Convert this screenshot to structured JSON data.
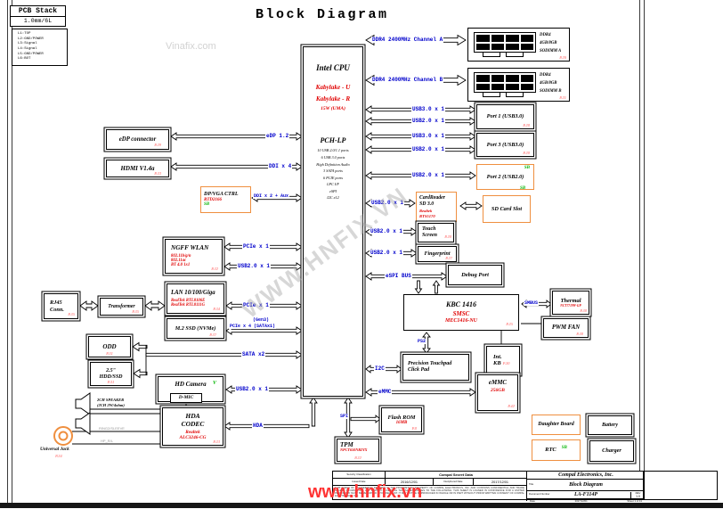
{
  "title": "Block Diagram",
  "watermarks": {
    "top": "Vinafix.com",
    "center": "WWW.HNFIX.VN",
    "bottom": "www.hnfix.vn"
  },
  "pcb_stack": {
    "header": "PCB Stack",
    "thickness": "1.0mm/6L",
    "layers": [
      "L1:TOP",
      "L2:GND/POWER",
      "L3:Signal",
      "L4:Signal",
      "L5:GND/POWER",
      "L6:BOT"
    ]
  },
  "cpu": {
    "name": "Intel CPU",
    "gen1": "Kabylake - U",
    "gen2": "Kabylake - R",
    "tdp": "15W (UMA)",
    "pch": "PCH-LP",
    "features": [
      "10 USB 2.0/1.1 ports",
      "6 USB 3.0 ports",
      "High Definition Audio",
      "3 SATA ports",
      "6 PCIE ports",
      "LPC I/F",
      "eSPI",
      "I2C x12"
    ]
  },
  "memory": {
    "channel_a": "DDR4 2400MHz Channel A",
    "channel_b": "DDR4 2400MHz Channel B",
    "sodimm_a": {
      "type": "DDR4",
      "size": "4GB/8GB",
      "name": "SODIMM A",
      "page": "P.20"
    },
    "sodimm_b": {
      "type": "DDR4",
      "size": "4GB/8GB",
      "name": "SODIMM B",
      "page": "P.21"
    }
  },
  "usb": {
    "p1_bus1": "USB3.0 x 1",
    "p1_bus2": "USB2.0 x 1",
    "p3_bus1": "USB3.0 x 1",
    "p3_bus2": "USB2.0 x 1",
    "p2_bus": "USB2.0 x 1",
    "port1": {
      "label": "Port 1 (USB3.0)",
      "page": "P.28"
    },
    "port3": {
      "label": "Port 3 (USB3.0)",
      "page": "P.28"
    },
    "port2": {
      "label": "Port 2 (USB2.0)",
      "sb": "SB"
    }
  },
  "display": {
    "edp": {
      "label": "eDP connector",
      "page": "P.29",
      "bus": "eDP 1.2"
    },
    "hdmi": {
      "label": "HDMI V1.4a",
      "page": "P.33",
      "bus": "DDI x 4"
    },
    "dpvga": {
      "label": "DP/VGA CTRL",
      "chip": "RTD2166",
      "sb": "SB",
      "bus": "DDI x 2 + Aux"
    }
  },
  "network": {
    "wlan": {
      "label": "NGFF WLAN",
      "specs": [
        "802.11b/g/n",
        "802.11ac",
        "BT 4.0 1x1"
      ],
      "page": "P.32",
      "bus1": "PCIe x 1",
      "bus2": "USB2.0 x 1"
    },
    "lan": {
      "label": "LAN 10/100/Giga",
      "chips": [
        "RealTek RTL8106E",
        "RealTek RTL8111G"
      ],
      "page": "P.34",
      "bus": "PCIe x 1"
    },
    "rj45": {
      "l1": "RJ45",
      "l2": "Conn.",
      "page": "P.35"
    },
    "transformer": {
      "label": "Transformer",
      "page": "P.35"
    }
  },
  "storage": {
    "ssd": {
      "label": "M.2 SSD (NVMe)",
      "page": "P.37",
      "bus_note": "(Gen3)",
      "bus": "PCIe x 4 (SATAx1)"
    },
    "odd": {
      "label": "ODD",
      "page": "P.31"
    },
    "hdd": {
      "l1": "2.5\"",
      "l2": "HDD/SSD",
      "page": "P.31",
      "bus": "SATA x2"
    },
    "emmc": {
      "label": "eMMC",
      "size": "256GB",
      "page": "P.42",
      "bus": "eMMC"
    }
  },
  "audio": {
    "camera": {
      "label": "HD Camera",
      "flag": "V",
      "dmic": "D-MIC",
      "bus": "USB2.0 x 1"
    },
    "codec": {
      "l1": "HDA",
      "l2": "CODEC",
      "vendor": "Realtek",
      "chip": "ALC3246-CG",
      "page": "P.23",
      "bus": "HDA"
    },
    "speaker": {
      "l1": "2CH SPEAKER",
      "l2": "(2CH 2W/4ohm)"
    },
    "jack": {
      "label": "Universal Jack",
      "page": "P.24",
      "wire1": "RING2/SLEEVE",
      "wire2": "HP_R/L"
    }
  },
  "io": {
    "cardreader": {
      "l1": "CardReader",
      "l2": "SD 3.0",
      "vendor": "Realtek",
      "chip": "RTS5170",
      "bus": "USB2.0 x 1"
    },
    "sdslot": {
      "label": "SD Card Slot",
      "sb": "SB"
    },
    "touch": {
      "l1": "Touch",
      "l2": "Screen",
      "page": "P.28",
      "bus": "USB2.0 x 1"
    },
    "fingerprint": {
      "label": "Fingerprint",
      "page": "P.27",
      "bus": "USB2.0 x 1"
    },
    "debug": {
      "label": "Debug Port",
      "bus": "eSPI BUS"
    }
  },
  "ec": {
    "kbc": {
      "name": "KBC 1416",
      "vendor": "SMSC",
      "chip": "MEC1416-NU",
      "page": "P.25"
    },
    "thermal": {
      "label": "Thermal",
      "chip": "NCT7719W-GP",
      "page": "P.38",
      "bus": "SMBUS"
    },
    "fan": {
      "label": "PWM FAN",
      "page": "P.38"
    },
    "intkb": {
      "l1": "Int.",
      "l2": "KB",
      "page": "P.30"
    },
    "touchpad": {
      "l1": "Precision Touchpad",
      "l2": "Click Pad",
      "bus": "I2C",
      "ps2": "PS2"
    }
  },
  "firmware": {
    "flashrom": {
      "label": "Flash ROM",
      "size": "16MB",
      "page": "P.8",
      "bus": "SPI"
    },
    "tpm": {
      "label": "TPM",
      "chip": "NPCT650NB2YX",
      "page": "P.22"
    }
  },
  "power": {
    "daughter": "Daughter Board",
    "battery": "Battery",
    "rtc": {
      "label": "RTC",
      "sb": "SB"
    },
    "charger": "Charger"
  },
  "titleblock": {
    "security_label": "Security Classification",
    "security_value": "Compal Secret Data",
    "issued_label": "Issued Date",
    "issued_value": "2016/12/01",
    "deciphered_label": "Deciphered Date",
    "deciphered_value": "2017/12/01",
    "disclaimer": "THIS SHEET OF ENGINEERING DRAWING IS THE PROPRIETARY PROPERTY OF COMPAL ELECTRONICS, INC. AND CONTAINS CONFIDENTIAL AND TRADE SECRET INFORMATION. ANY PERSON ACCEPTING THIS SHEET AGREES TO THE FOLLOWING: THIS SHEET IS LOANED IN CONFIDENCE FOR A LIMITED PERIOD AND MUST BE RETURNED UPON REQUEST. IT MAY NOT BE REPRODUCED IN WHOLE OR IN PART WITHOUT PRIOR WRITTEN CONSENT OF COMPAL ELECTRONICS, INC.",
    "company": "Compal Electronics, Inc.",
    "title_label": "Title",
    "title_value": "Block Diagram",
    "doc_label": "Document Number",
    "doc_value": "LA-F114P",
    "rev_label": "REV",
    "rev_value": "1.0",
    "date_label": "Date",
    "date_value": "2017/12/01",
    "sheet_text": "Sheet 1 of 41"
  }
}
